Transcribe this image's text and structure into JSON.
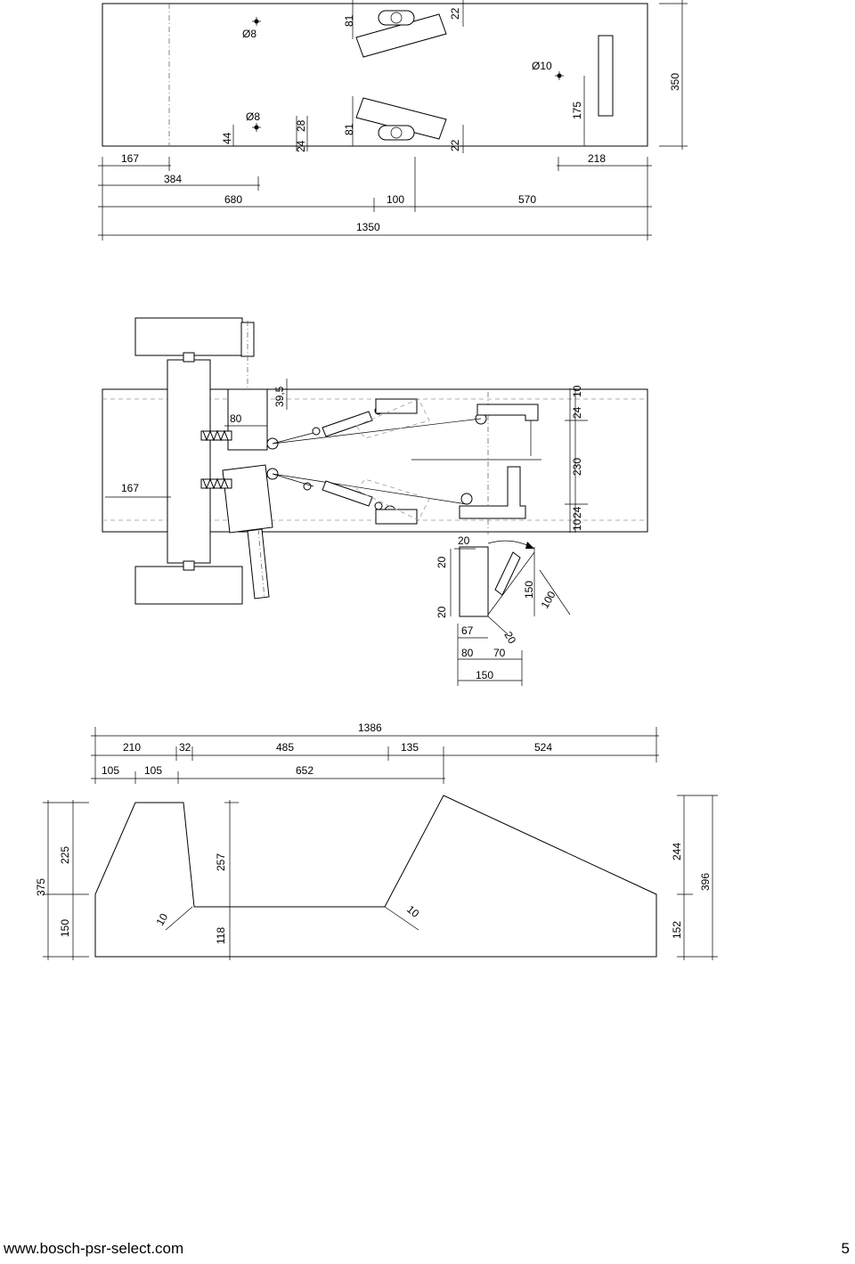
{
  "top_view": {
    "holes": [
      "Ø8",
      "Ø8",
      "Ø10"
    ],
    "dims": [
      "167",
      "384",
      "680",
      "100",
      "570",
      "1350",
      "218",
      "350",
      "175",
      "81",
      "81",
      "22",
      "22",
      "44",
      "24",
      "28"
    ]
  },
  "assembly_view": {
    "dims": [
      "80",
      "39,5",
      "167",
      "24",
      "10",
      "230",
      "10",
      "24"
    ]
  },
  "detail_view": {
    "dims": [
      "20",
      "20",
      "20",
      "150",
      "100",
      "20",
      "67",
      "80",
      "70",
      "150"
    ]
  },
  "side_view": {
    "dims_top": [
      "1386",
      "210",
      "32",
      "485",
      "135",
      "524",
      "105",
      "105",
      "652"
    ],
    "dims_left": [
      "375",
      "225",
      "150"
    ],
    "dims_inner": [
      "257",
      "118",
      "10",
      "10"
    ],
    "dims_right": [
      "244",
      "152",
      "396"
    ]
  },
  "footer": {
    "url": "www.bosch-psr-select.com",
    "page": "5"
  }
}
